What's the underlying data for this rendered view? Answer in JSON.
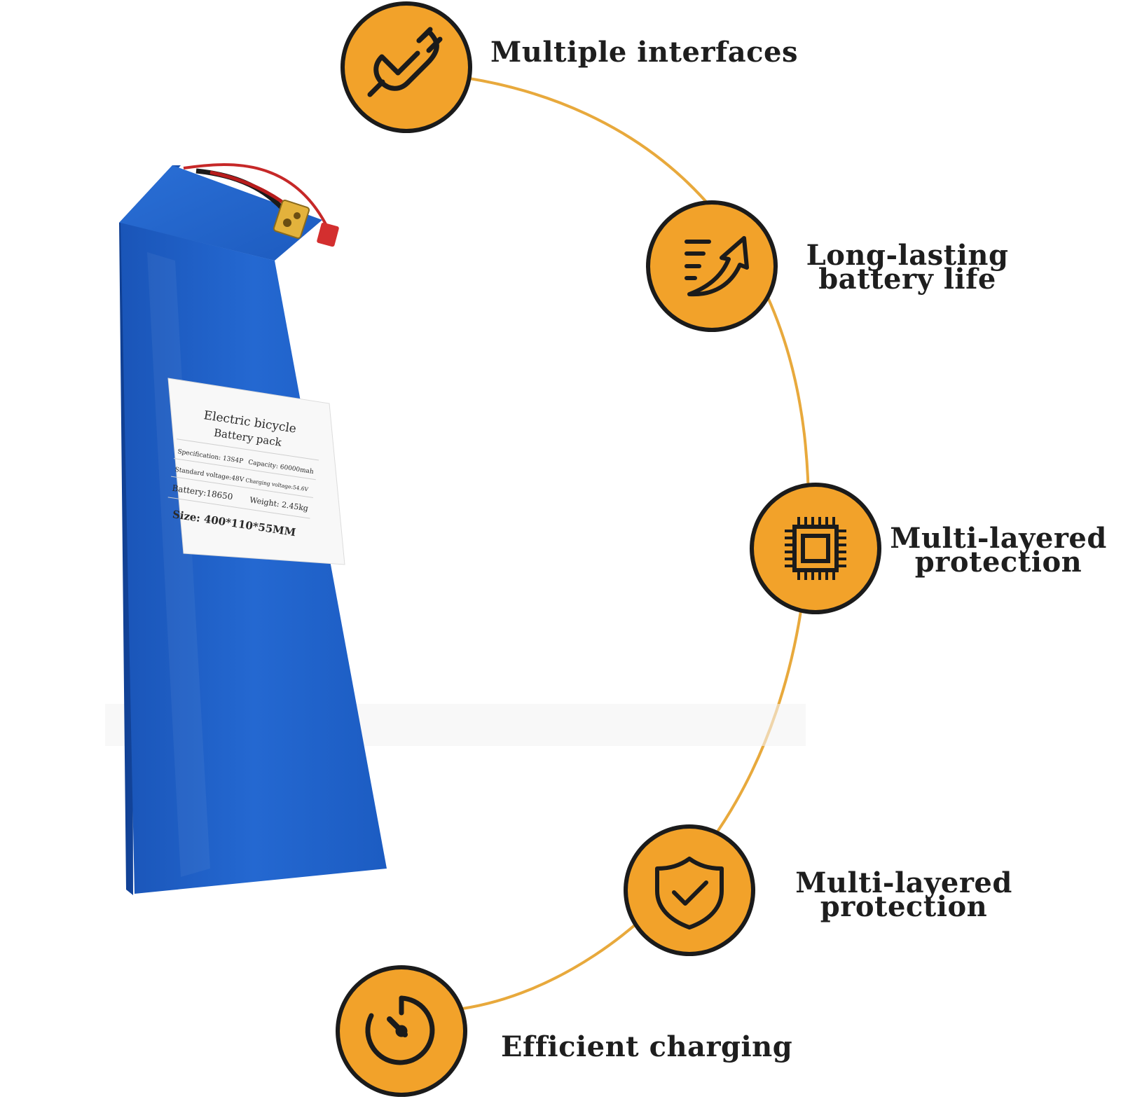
{
  "colors": {
    "accent": "#f2a22a",
    "icon_stroke": "#1b1b1b",
    "battery_blue": "#1f5fc4",
    "arc": "#e8a93c"
  },
  "battery_label": {
    "title_line1": "Electric bicycle",
    "title_line2": "Battery pack",
    "spec": "Specification: 13S4P",
    "capacity": "Capacity: 60000mah",
    "standard_voltage": "Standard voltage:48V",
    "charging_voltage": "Charging voltage:54.6V",
    "battery": "Battery:18650",
    "weight": "Weight: 2.45kg",
    "size": "Size: 400*110*55MM"
  },
  "features": [
    {
      "icon": "plug-icon",
      "line1": "Multiple interfaces",
      "line2": ""
    },
    {
      "icon": "speed-arrow-icon",
      "line1": "Long-lasting",
      "line2": "battery life"
    },
    {
      "icon": "chip-icon",
      "line1": "Multi-layered",
      "line2": "protection"
    },
    {
      "icon": "shield-check-icon",
      "line1": "Multi-layered",
      "line2": "protection"
    },
    {
      "icon": "timer-icon",
      "line1": "Efficient charging",
      "line2": ""
    }
  ]
}
